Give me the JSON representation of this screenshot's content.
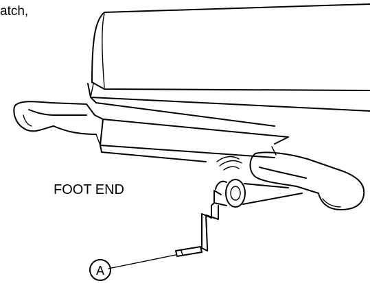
{
  "text_fragment": "atch,",
  "foot_end_label": "FOOT END",
  "callout_letter": "A"
}
